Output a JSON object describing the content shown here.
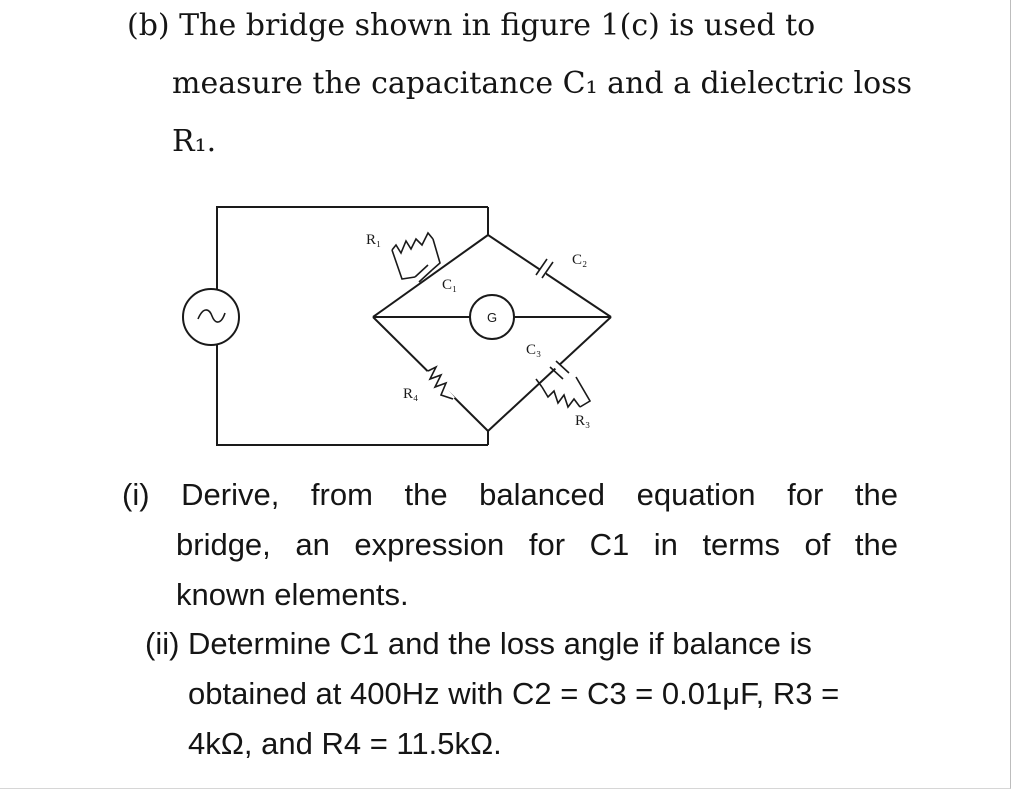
{
  "part_b": {
    "line1": "(b) The bridge shown in figure 1(c) is used to",
    "line2": "measure the capacitance C₁ and a dielectric loss",
    "line3": "R₁."
  },
  "circuit": {
    "labels": {
      "r1": "R₁",
      "c1": "C₁",
      "c2": "C₂",
      "c3": "C₃",
      "r3": "R₃",
      "r4": "R₄",
      "galvanometer": "G"
    },
    "source_icon": "ac-source-icon"
  },
  "questions": {
    "q1_line1": "(i) Derive, from the balanced equation for the",
    "q1_line2": "bridge, an expression for C1 in terms of the",
    "q1_line3": "known elements.",
    "q2_line1": "(ii) Determine C1 and the loss angle if balance is",
    "q2_line2": "obtained at 400Hz with C2 = C3 = 0.01μF, R3 =",
    "q2_line3": "4kΩ, and R4 = 11.5kΩ."
  }
}
